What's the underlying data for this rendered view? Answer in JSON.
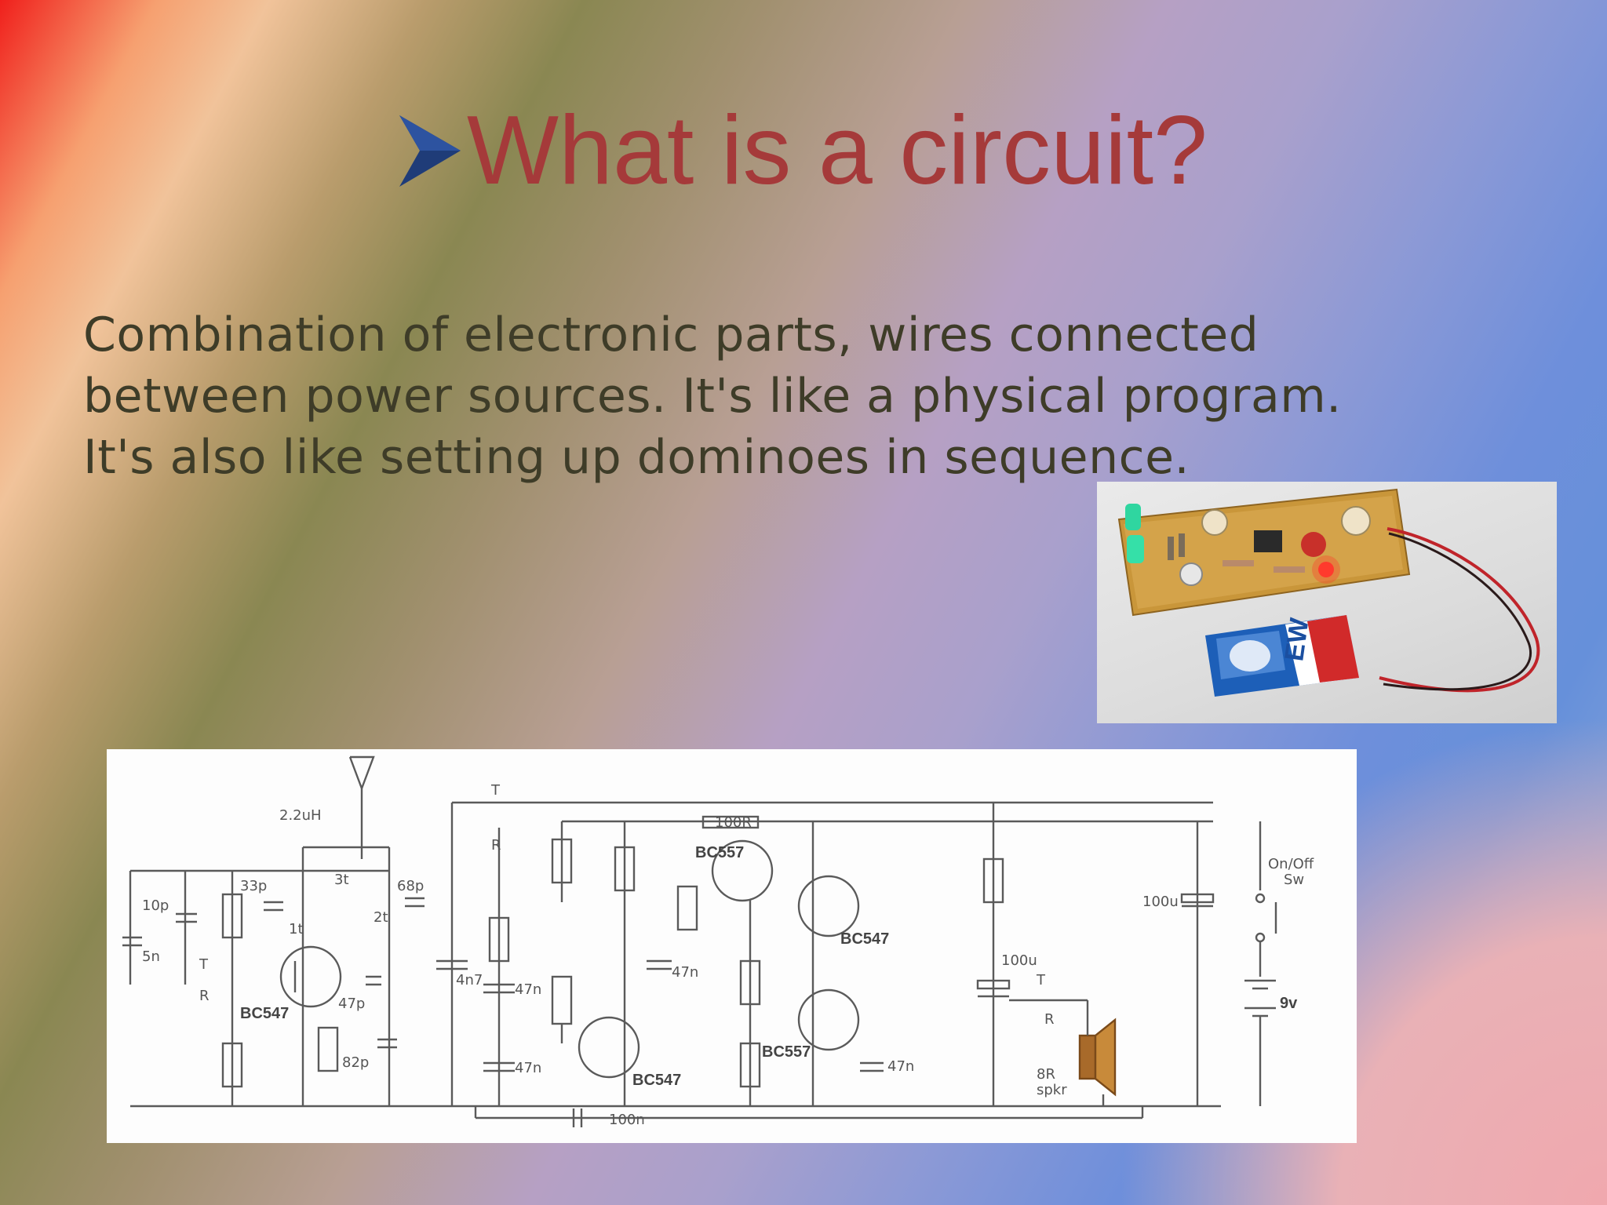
{
  "slide": {
    "title_icon": "arrow-bullet-icon",
    "title": "What is a circuit?",
    "body_lines": [
      "Combination of electronic parts, wires connected",
      "between power sources. It's like a physical program.",
      "It's also like setting up dominoes in sequence."
    ],
    "colors": {
      "title": "#a53a3a",
      "body": "#3e3c28",
      "arrow": "#1f3c78"
    }
  },
  "schematic": {
    "labels": {
      "inductor": "2.2uH",
      "switch_t1": "T",
      "switch_r1": "R",
      "res_top": "100R",
      "q1": "BC557",
      "q2": "BC547",
      "q3": "BC547",
      "q4": "BC557",
      "q5": "BC547",
      "c_10p": "10p",
      "c_33p": "33p",
      "c_68p": "68p",
      "c_5n": "5n",
      "c_4n7": "4n7",
      "c_47p": "47p",
      "c_82p": "82p",
      "c_47n_a": "47n",
      "c_47n_b": "47n",
      "c_47n_c": "47n",
      "c_47n_d": "47n",
      "c_100u_a": "100u",
      "c_100u_b": "100u",
      "c_100n": "100n",
      "coil_3t": "3t",
      "coil_1t": "1t",
      "coil_2t": "2t",
      "switch_t2": "T",
      "switch_r2": "R",
      "switch_t3": "T",
      "switch_r3": "R",
      "on_off": "On/Off",
      "sw": "Sw",
      "battery": "9v",
      "speaker": "8R",
      "speaker2": "spkr"
    }
  }
}
